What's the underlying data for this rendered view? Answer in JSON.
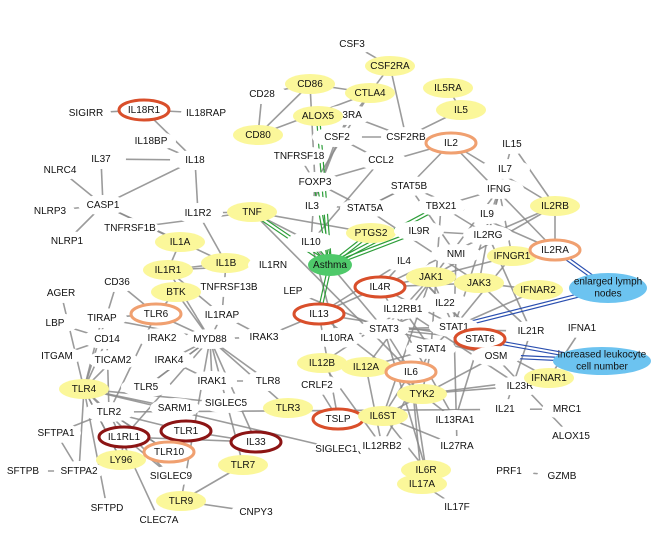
{
  "colors": {
    "white_fill": "#ffffff",
    "yellow_fill": "#fbf79a",
    "green_fill": "#4fc96a",
    "blue_fill": "#6cc3f0",
    "ring_red": "#d94f2b",
    "ring_orange": "#f0a070",
    "ring_darkred": "#8c1414",
    "edge_gray": "#8a8a8a",
    "edge_green": "#2e9e3a",
    "edge_blue": "#2a4fb0"
  },
  "nodes": [
    {
      "id": "CSF3",
      "label": "CSF3",
      "style": "white"
    },
    {
      "id": "CSF2RA",
      "label": "CSF2RA",
      "style": "yellow"
    },
    {
      "id": "CD86",
      "label": "CD86",
      "style": "yellow"
    },
    {
      "id": "CD28",
      "label": "CD28",
      "style": "white"
    },
    {
      "id": "CTLA4",
      "label": "CTLA4",
      "style": "yellow"
    },
    {
      "id": "IL5RA",
      "label": "IL5RA",
      "style": "yellow"
    },
    {
      "id": "IL5",
      "label": "IL5",
      "style": "yellow"
    },
    {
      "id": "IL3RA",
      "label": "IL3RA",
      "style": "white"
    },
    {
      "id": "ALOX5",
      "label": "ALOX5",
      "style": "yellow"
    },
    {
      "id": "CD80",
      "label": "CD80",
      "style": "yellow"
    },
    {
      "id": "CSF2",
      "label": "CSF2",
      "style": "white"
    },
    {
      "id": "CSF2RB",
      "label": "CSF2RB",
      "style": "white"
    },
    {
      "id": "IL2",
      "label": "IL2",
      "style": "ring-orange"
    },
    {
      "id": "IL15",
      "label": "IL15",
      "style": "white"
    },
    {
      "id": "TNFRSF18",
      "label": "TNFRSF18",
      "style": "white"
    },
    {
      "id": "CCL2",
      "label": "CCL2",
      "style": "white"
    },
    {
      "id": "IL7",
      "label": "IL7",
      "style": "white"
    },
    {
      "id": "FOXP3",
      "label": "FOXP3",
      "style": "white"
    },
    {
      "id": "STAT5B",
      "label": "STAT5B",
      "style": "white"
    },
    {
      "id": "IFNG",
      "label": "IFNG",
      "style": "white"
    },
    {
      "id": "IL18R1",
      "label": "IL18R1",
      "style": "ring-red"
    },
    {
      "id": "SIGIRR",
      "label": "SIGIRR",
      "style": "white"
    },
    {
      "id": "IL18RAP",
      "label": "IL18RAP",
      "style": "white"
    },
    {
      "id": "IL18BP",
      "label": "IL18BP",
      "style": "white"
    },
    {
      "id": "IL37",
      "label": "IL37",
      "style": "white"
    },
    {
      "id": "IL18",
      "label": "IL18",
      "style": "white"
    },
    {
      "id": "NLRC4",
      "label": "NLRC4",
      "style": "white"
    },
    {
      "id": "CASP1",
      "label": "CASP1",
      "style": "white"
    },
    {
      "id": "NLRP3",
      "label": "NLRP3",
      "style": "white"
    },
    {
      "id": "NLRP1",
      "label": "NLRP1",
      "style": "white"
    },
    {
      "id": "TNFRSF1B",
      "label": "TNFRSF1B",
      "style": "white"
    },
    {
      "id": "IL1R2",
      "label": "IL1R2",
      "style": "white"
    },
    {
      "id": "TNF",
      "label": "TNF",
      "style": "yellow"
    },
    {
      "id": "IL3",
      "label": "IL3",
      "style": "white"
    },
    {
      "id": "STAT5A",
      "label": "STAT5A",
      "style": "white"
    },
    {
      "id": "TBX21",
      "label": "TBX21",
      "style": "white"
    },
    {
      "id": "IL9",
      "label": "IL9",
      "style": "white"
    },
    {
      "id": "IL2RB",
      "label": "IL2RB",
      "style": "yellow"
    },
    {
      "id": "PTGS2",
      "label": "PTGS2",
      "style": "yellow"
    },
    {
      "id": "IL9R",
      "label": "IL9R",
      "style": "white"
    },
    {
      "id": "IL2RG",
      "label": "IL2RG",
      "style": "white"
    },
    {
      "id": "IL10",
      "label": "IL10",
      "style": "white"
    },
    {
      "id": "IL1A",
      "label": "IL1A",
      "style": "yellow"
    },
    {
      "id": "IL1B",
      "label": "IL1B",
      "style": "yellow"
    },
    {
      "id": "IL1RN",
      "label": "IL1RN",
      "style": "white"
    },
    {
      "id": "Asthma",
      "label": "Asthma",
      "style": "green"
    },
    {
      "id": "IL4",
      "label": "IL4",
      "style": "white"
    },
    {
      "id": "NMI",
      "label": "NMI",
      "style": "white"
    },
    {
      "id": "IFNGR1",
      "label": "IFNGR1",
      "style": "yellow"
    },
    {
      "id": "IL2RA",
      "label": "IL2RA",
      "style": "ring-orange"
    },
    {
      "id": "IL1R1",
      "label": "IL1R1",
      "style": "yellow"
    },
    {
      "id": "CD36",
      "label": "CD36",
      "style": "white"
    },
    {
      "id": "TNFRSF13B",
      "label": "TNFRSF13B",
      "style": "white"
    },
    {
      "id": "BTK",
      "label": "BTK",
      "style": "yellow"
    },
    {
      "id": "AGER",
      "label": "AGER",
      "style": "white"
    },
    {
      "id": "LEP",
      "label": "LEP",
      "style": "white"
    },
    {
      "id": "IL4R",
      "label": "IL4R",
      "style": "ring-red"
    },
    {
      "id": "JAK1",
      "label": "JAK1",
      "style": "yellow"
    },
    {
      "id": "JAK3",
      "label": "JAK3",
      "style": "yellow"
    },
    {
      "id": "IFNAR2",
      "label": "IFNAR2",
      "style": "yellow"
    },
    {
      "id": "enlarged",
      "label": "enlarged lymph nodes",
      "style": "blue"
    },
    {
      "id": "TIRAP",
      "label": "TIRAP",
      "style": "white"
    },
    {
      "id": "TLR6",
      "label": "TLR6",
      "style": "ring-orange"
    },
    {
      "id": "IL1RAP",
      "label": "IL1RAP",
      "style": "white"
    },
    {
      "id": "IL12RB1",
      "label": "IL12RB1",
      "style": "white"
    },
    {
      "id": "IL22",
      "label": "IL22",
      "style": "white"
    },
    {
      "id": "LBP",
      "label": "LBP",
      "style": "white"
    },
    {
      "id": "IL13",
      "label": "IL13",
      "style": "ring-red"
    },
    {
      "id": "STAT1",
      "label": "STAT1",
      "style": "white"
    },
    {
      "id": "IL21R",
      "label": "IL21R",
      "style": "white"
    },
    {
      "id": "IFNA1",
      "label": "IFNA1",
      "style": "white"
    },
    {
      "id": "CD14",
      "label": "CD14",
      "style": "white"
    },
    {
      "id": "IRAK2",
      "label": "IRAK2",
      "style": "white"
    },
    {
      "id": "MYD88",
      "label": "MYD88",
      "style": "white"
    },
    {
      "id": "IRAK3",
      "label": "IRAK3",
      "style": "white"
    },
    {
      "id": "STAT3",
      "label": "STAT3",
      "style": "white"
    },
    {
      "id": "IL10RA",
      "label": "IL10RA",
      "style": "white"
    },
    {
      "id": "STAT6",
      "label": "STAT6",
      "style": "ring-red"
    },
    {
      "id": "ITGAM",
      "label": "ITGAM",
      "style": "white"
    },
    {
      "id": "TICAM2",
      "label": "TICAM2",
      "style": "white"
    },
    {
      "id": "IRAK4",
      "label": "IRAK4",
      "style": "white"
    },
    {
      "id": "STAT4",
      "label": "STAT4",
      "style": "white"
    },
    {
      "id": "OSM",
      "label": "OSM",
      "style": "white"
    },
    {
      "id": "leukocyte",
      "label": "increased leukocyte cell number",
      "style": "blue"
    },
    {
      "id": "IL12B",
      "label": "IL12B",
      "style": "yellow"
    },
    {
      "id": "IL12A",
      "label": "IL12A",
      "style": "yellow"
    },
    {
      "id": "IL6",
      "label": "IL6",
      "style": "ring-orange"
    },
    {
      "id": "TLR4",
      "label": "TLR4",
      "style": "yellow"
    },
    {
      "id": "TLR5",
      "label": "TLR5",
      "style": "white"
    },
    {
      "id": "IRAK1",
      "label": "IRAK1",
      "style": "white"
    },
    {
      "id": "TLR8",
      "label": "TLR8",
      "style": "white"
    },
    {
      "id": "CRLF2",
      "label": "CRLF2",
      "style": "white"
    },
    {
      "id": "TYK2",
      "label": "TYK2",
      "style": "yellow"
    },
    {
      "id": "IL23R",
      "label": "IL23R",
      "style": "white"
    },
    {
      "id": "IFNAR1",
      "label": "IFNAR1",
      "style": "yellow"
    },
    {
      "id": "SARM1",
      "label": "SARM1",
      "style": "white"
    },
    {
      "id": "SIGLEC5",
      "label": "SIGLEC5",
      "style": "white"
    },
    {
      "id": "TLR3",
      "label": "TLR3",
      "style": "yellow"
    },
    {
      "id": "IL21",
      "label": "IL21",
      "style": "white"
    },
    {
      "id": "MRC1",
      "label": "MRC1",
      "style": "white"
    },
    {
      "id": "TLR2",
      "label": "TLR2",
      "style": "white"
    },
    {
      "id": "TSLP",
      "label": "TSLP",
      "style": "ring-red"
    },
    {
      "id": "IL6ST",
      "label": "IL6ST",
      "style": "yellow"
    },
    {
      "id": "IL13RA1",
      "label": "IL13RA1",
      "style": "white"
    },
    {
      "id": "ALOX15",
      "label": "ALOX15",
      "style": "white"
    },
    {
      "id": "SFTPA1",
      "label": "SFTPA1",
      "style": "white"
    },
    {
      "id": "IL1RL1",
      "label": "IL1RL1",
      "style": "ring-darkred"
    },
    {
      "id": "TLR1",
      "label": "TLR1",
      "style": "ring-darkred"
    },
    {
      "id": "IL33",
      "label": "IL33",
      "style": "ring-darkred"
    },
    {
      "id": "SIGLEC1",
      "label": "SIGLEC1(",
      "style": "white"
    },
    {
      "id": "IL12RB2",
      "label": "IL12RB2",
      "style": "white"
    },
    {
      "id": "IL27RA",
      "label": "IL27RA",
      "style": "white"
    },
    {
      "id": "SFTPB",
      "label": "SFTPB",
      "style": "white"
    },
    {
      "id": "SFTPA2",
      "label": "SFTPA2",
      "style": "white"
    },
    {
      "id": "LY96",
      "label": "LY96",
      "style": "yellow"
    },
    {
      "id": "TLR10",
      "label": "TLR10",
      "style": "ring-orange"
    },
    {
      "id": "TLR7",
      "label": "TLR7",
      "style": "yellow"
    },
    {
      "id": "IL6R",
      "label": "IL6R",
      "style": "yellow"
    },
    {
      "id": "PRF1",
      "label": "PRF1",
      "style": "white"
    },
    {
      "id": "GZMB",
      "label": "GZMB",
      "style": "white"
    },
    {
      "id": "SIGLEC9",
      "label": "SIGLEC9",
      "style": "white"
    },
    {
      "id": "SFTPD",
      "label": "SFTPD",
      "style": "white"
    },
    {
      "id": "TLR9",
      "label": "TLR9",
      "style": "yellow"
    },
    {
      "id": "CNPY3",
      "label": "CNPY3",
      "style": "white"
    },
    {
      "id": "IL17A",
      "label": "IL17A",
      "style": "yellow"
    },
    {
      "id": "CLEC7A",
      "label": "CLEC7A",
      "style": "white"
    },
    {
      "id": "IL17F",
      "label": "IL17F",
      "style": "white"
    }
  ],
  "edges": [
    [
      "CSF3",
      "CSF2RA"
    ],
    [
      "CSF2RA",
      "CSF2RB"
    ],
    [
      "CSF2RA",
      "CSF2"
    ],
    [
      "CD86",
      "CD28"
    ],
    [
      "CD86",
      "CTLA4"
    ],
    [
      "CD86",
      "CD80"
    ],
    [
      "CD28",
      "CD80"
    ],
    [
      "CTLA4",
      "CD80"
    ],
    [
      "CTLA4",
      "FOXP3"
    ],
    [
      "CD86",
      "FOXP3"
    ],
    [
      "IL5RA",
      "IL5"
    ],
    [
      "IL5",
      "CSF2RB"
    ],
    [
      "IL3RA",
      "CSF2RB"
    ],
    [
      "IL3RA",
      "IL3"
    ],
    [
      "CSF2",
      "CSF2RB"
    ],
    [
      "CSF2",
      "IL3"
    ],
    [
      "CSF2",
      "CCL2"
    ],
    [
      "IL2",
      "IL2RB"
    ],
    [
      "IL2",
      "IL2RA"
    ],
    [
      "IL2",
      "STAT5B"
    ],
    [
      "IL2",
      "FOXP3"
    ],
    [
      "IL15",
      "IL2RB"
    ],
    [
      "IL15",
      "IL2RG"
    ],
    [
      "IL7",
      "IL2RG"
    ],
    [
      "IFNG",
      "STAT1"
    ],
    [
      "IFNG",
      "IFNGR1"
    ],
    [
      "IFNG",
      "TBX21"
    ],
    [
      "STAT5B",
      "STAT5A"
    ],
    [
      "STAT5B",
      "IL2RA"
    ],
    [
      "FOXP3",
      "STAT5A"
    ],
    [
      "FOXP3",
      "IL10"
    ],
    [
      "TNFRSF18",
      "FOXP3"
    ],
    [
      "CCL2",
      "IL10"
    ],
    [
      "IL18R1",
      "SIGIRR"
    ],
    [
      "IL18R1",
      "IL18RAP"
    ],
    [
      "IL18R1",
      "IL18"
    ],
    [
      "IL18BP",
      "IL18"
    ],
    [
      "IL37",
      "IL18"
    ],
    [
      "IL37",
      "CASP1"
    ],
    [
      "IL18",
      "CASP1"
    ],
    [
      "IL18",
      "IL1R2"
    ],
    [
      "NLRC4",
      "CASP1"
    ],
    [
      "NLRP3",
      "CASP1"
    ],
    [
      "NLRP1",
      "CASP1"
    ],
    [
      "CASP1",
      "IL1B"
    ],
    [
      "CASP1",
      "IL1A"
    ],
    [
      "TNFRSF1B",
      "TNF"
    ],
    [
      "IL1R2",
      "IL1B"
    ],
    [
      "IL1R2",
      "TNF"
    ],
    [
      "TNF",
      "IL10"
    ],
    [
      "TNF",
      "IL6"
    ],
    [
      "TNF",
      "PTGS2"
    ],
    [
      "IL3",
      "STAT5A"
    ],
    [
      "STAT5A",
      "STAT5B"
    ],
    [
      "TBX21",
      "IL2RG"
    ],
    [
      "IL9",
      "IL2RG"
    ],
    [
      "IL9R",
      "IL2RG"
    ],
    [
      "IL2RB",
      "IL2RG"
    ],
    [
      "IL2RB",
      "JAK1"
    ],
    [
      "IL2RG",
      "JAK3"
    ],
    [
      "IL2RG",
      "IL4R"
    ],
    [
      "IL2RG",
      "IL21R"
    ],
    [
      "IL10",
      "IL10RA"
    ],
    [
      "IL10",
      "STAT3"
    ],
    [
      "IL1A",
      "IL1R1"
    ],
    [
      "IL1B",
      "IL1R1"
    ],
    [
      "IL1B",
      "IL1RN"
    ],
    [
      "IL1B",
      "IL1RAP"
    ],
    [
      "IL1RN",
      "IL1R1"
    ],
    [
      "IL4",
      "IL4R"
    ],
    [
      "IL4",
      "STAT6"
    ],
    [
      "IL4",
      "IL13"
    ],
    [
      "NMI",
      "STAT5B"
    ],
    [
      "NMI",
      "STAT1"
    ],
    [
      "IFNGR1",
      "JAK1"
    ],
    [
      "IFNGR1",
      "STAT1"
    ],
    [
      "IL2RA",
      "IL2RB"
    ],
    [
      "IL1R1",
      "IL1RAP"
    ],
    [
      "IL1R1",
      "MYD88"
    ],
    [
      "CD36",
      "TLR6"
    ],
    [
      "CD36",
      "TLR4"
    ],
    [
      "BTK",
      "TLR6"
    ],
    [
      "BTK",
      "MYD88"
    ],
    [
      "TNFRSF13B",
      "BTK"
    ],
    [
      "AGER",
      "TLR4"
    ],
    [
      "LEP",
      "STAT3"
    ],
    [
      "IL4R",
      "JAK1"
    ],
    [
      "IL4R",
      "STAT6"
    ],
    [
      "IL4R",
      "IL13RA1"
    ],
    [
      "JAK1",
      "STAT1"
    ],
    [
      "JAK1",
      "STAT3"
    ],
    [
      "JAK1",
      "IL6ST"
    ],
    [
      "JAK3",
      "STAT5A"
    ],
    [
      "JAK3",
      "IL21R"
    ],
    [
      "IFNAR2",
      "STAT1"
    ],
    [
      "IFNAR2",
      "JAK1"
    ],
    [
      "TIRAP",
      "TLR6"
    ],
    [
      "TIRAP",
      "MYD88"
    ],
    [
      "TIRAP",
      "TLR4"
    ],
    [
      "TLR6",
      "MYD88"
    ],
    [
      "TLR6",
      "TLR2"
    ],
    [
      "IL1RAP",
      "MYD88"
    ],
    [
      "IL12RB1",
      "STAT4"
    ],
    [
      "IL12RB1",
      "IL12B"
    ],
    [
      "IL22",
      "STAT3"
    ],
    [
      "LBP",
      "CD14"
    ],
    [
      "IL13",
      "STAT6"
    ],
    [
      "IL13",
      "IL13RA1"
    ],
    [
      "STAT1",
      "STAT3"
    ],
    [
      "STAT1",
      "STAT4"
    ],
    [
      "STAT1",
      "IFNAR1"
    ],
    [
      "IL21R",
      "STAT3"
    ],
    [
      "IFNA1",
      "IFNAR1"
    ],
    [
      "CD14",
      "TLR4"
    ],
    [
      "CD14",
      "TLR2"
    ],
    [
      "IRAK2",
      "MYD88"
    ],
    [
      "MYD88",
      "IRAK4"
    ],
    [
      "MYD88",
      "IRAK1"
    ],
    [
      "MYD88",
      "TLR5"
    ],
    [
      "IRAK3",
      "MYD88"
    ],
    [
      "STAT3",
      "IL6"
    ],
    [
      "STAT3",
      "STAT6"
    ],
    [
      "IL10RA",
      "STAT3"
    ],
    [
      "STAT6",
      "IL13RA1"
    ],
    [
      "ITGAM",
      "CD14"
    ],
    [
      "TICAM2",
      "TLR4"
    ],
    [
      "IRAK4",
      "IRAK1"
    ],
    [
      "STAT4",
      "IL12A"
    ],
    [
      "STAT4",
      "TYK2"
    ],
    [
      "OSM",
      "STAT3"
    ],
    [
      "OSM",
      "IL6ST"
    ],
    [
      "IL12B",
      "IL12A"
    ],
    [
      "IL12B",
      "IL12RB2"
    ],
    [
      "IL12A",
      "IL12RB2"
    ],
    [
      "IL6",
      "IL6ST"
    ],
    [
      "IL6",
      "IL6R"
    ],
    [
      "TLR4",
      "LY96"
    ],
    [
      "TLR4",
      "TLR2"
    ],
    [
      "TLR5",
      "MYD88"
    ],
    [
      "IRAK1",
      "TLR8"
    ],
    [
      "TLR8",
      "MYD88"
    ],
    [
      "CRLF2",
      "TSLP"
    ],
    [
      "TYK2",
      "IFNAR1"
    ],
    [
      "TYK2",
      "IL23R"
    ],
    [
      "IL23R",
      "IL12RB1"
    ],
    [
      "SARM1",
      "TLR4"
    ],
    [
      "SIGLEC5",
      "TLR4"
    ],
    [
      "TLR3",
      "MYD88"
    ],
    [
      "IL21",
      "IL21R"
    ],
    [
      "MRC1",
      "TLR2"
    ],
    [
      "TLR2",
      "TLR1"
    ],
    [
      "TLR2",
      "TLR10"
    ],
    [
      "TSLP",
      "IL13"
    ],
    [
      "IL6ST",
      "IL6R"
    ],
    [
      "IL6ST",
      "IL27RA"
    ],
    [
      "ALOX15",
      "IL4"
    ],
    [
      "SFTPA1",
      "TLR2"
    ],
    [
      "SFTPA1",
      "SFTPA2"
    ],
    [
      "IL1RL1",
      "IL33"
    ],
    [
      "IL1RL1",
      "MYD88"
    ],
    [
      "TLR1",
      "TLR10"
    ],
    [
      "IL33",
      "MYD88"
    ],
    [
      "SIGLEC1",
      "TLR4"
    ],
    [
      "IL12RB2",
      "STAT4"
    ],
    [
      "IL27RA",
      "STAT1"
    ],
    [
      "SFTPB",
      "SFTPA2"
    ],
    [
      "SFTPA2",
      "TLR4"
    ],
    [
      "LY96",
      "TLR4"
    ],
    [
      "TLR10",
      "TLR2"
    ],
    [
      "TLR7",
      "MYD88"
    ],
    [
      "IL6R",
      "STAT3"
    ],
    [
      "PRF1",
      "GZMB"
    ],
    [
      "SIGLEC9",
      "TLR4"
    ],
    [
      "SFTPD",
      "TLR4"
    ],
    [
      "TLR9",
      "MYD88"
    ],
    [
      "CNPY3",
      "TLR9"
    ],
    [
      "IL17A",
      "IL17F"
    ],
    [
      "CLEC7A",
      "TLR2"
    ],
    [
      "IL17A",
      "IL6"
    ],
    [
      "IFNG",
      "IL12A"
    ],
    [
      "TBX21",
      "STAT4"
    ],
    [
      "IL13",
      "IL4R"
    ],
    [
      "IL33",
      "TLR1"
    ],
    [
      "TLR7",
      "TLR9"
    ],
    [
      "IL1RL1",
      "SIGLEC9"
    ],
    [
      "IL1RL1",
      "LY96"
    ],
    [
      "TLR10",
      "LY96"
    ],
    [
      "IRAK3",
      "IL13"
    ],
    [
      "IL1RAP",
      "IRAK3"
    ],
    [
      "IL4R",
      "JAK3"
    ]
  ],
  "disease_edges": [
    [
      "Asthma",
      "IL10",
      "green"
    ],
    [
      "Asthma",
      "TNF",
      "green"
    ],
    [
      "Asthma",
      "FOXP3",
      "green"
    ],
    [
      "Asthma",
      "ALOX5",
      "green"
    ],
    [
      "Asthma",
      "PTGS2",
      "green"
    ],
    [
      "Asthma",
      "IL13",
      "green"
    ],
    [
      "Asthma",
      "IL9R",
      "green"
    ],
    [
      "Asthma",
      "TBX21",
      "green"
    ],
    [
      "enlarged",
      "IL2RA",
      "blue"
    ],
    [
      "enlarged",
      "STAT1",
      "blue"
    ],
    [
      "leukocyte",
      "STAT6",
      "blue"
    ],
    [
      "leukocyte",
      "OSM",
      "blue"
    ]
  ]
}
